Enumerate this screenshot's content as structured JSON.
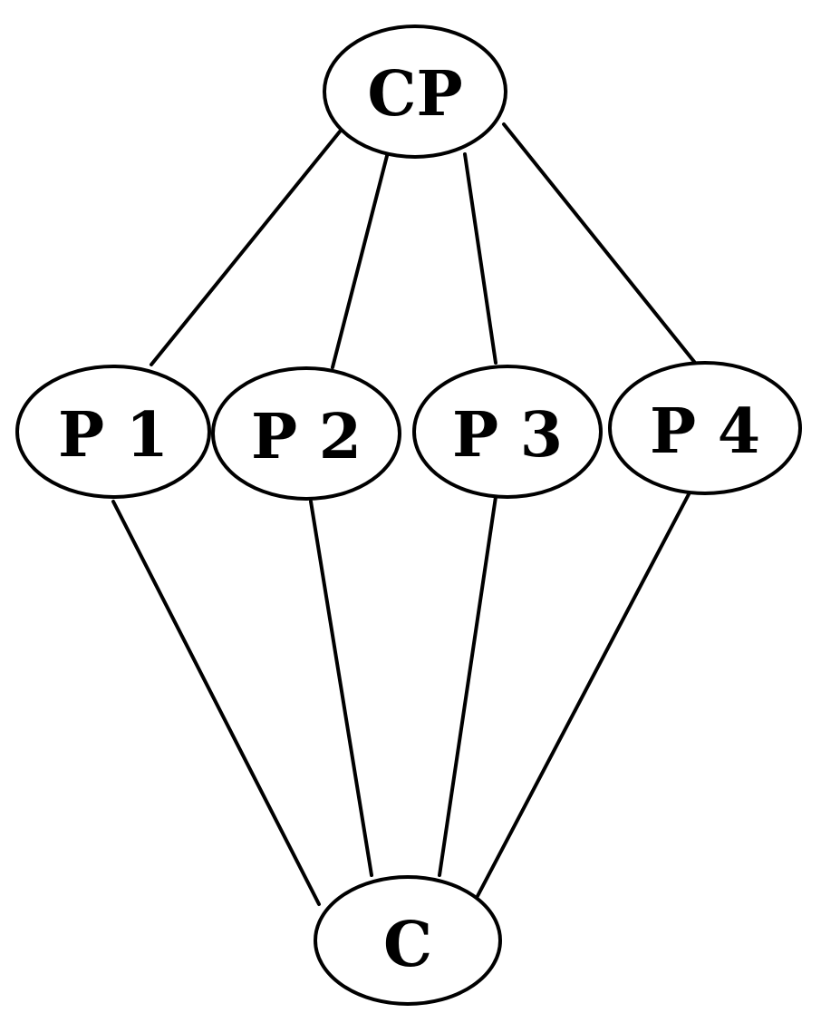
{
  "diagram": {
    "nodes": {
      "cp": "CP",
      "p1": "P 1",
      "p2": "P 2",
      "p3": "P 3",
      "p4": "P 4",
      "c": "C"
    },
    "edges": [
      [
        "CP",
        "P 1"
      ],
      [
        "CP",
        "P 2"
      ],
      [
        "CP",
        "P 3"
      ],
      [
        "CP",
        "P 4"
      ],
      [
        "P 1",
        "C"
      ],
      [
        "P 2",
        "C"
      ],
      [
        "P 3",
        "C"
      ],
      [
        "P 4",
        "C"
      ]
    ]
  }
}
